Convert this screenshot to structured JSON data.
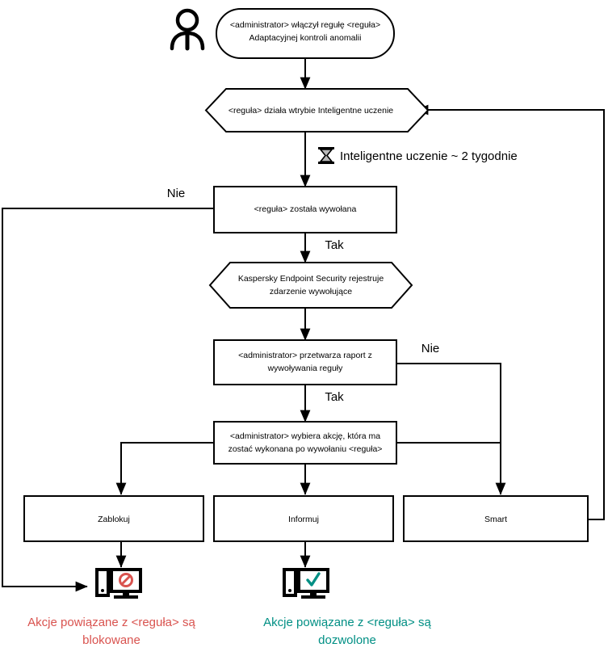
{
  "diagram": {
    "title": "Adaptacyjna kontrola anomalii - schemat dzialania reguly",
    "colors": {
      "stroke": "#000000",
      "fill": "#ffffff",
      "blocked": "#d9534f",
      "allowed": "#008f84"
    },
    "actor": {
      "icon": "person-icon"
    },
    "nodes": {
      "start": {
        "shape": "rounded",
        "line1": "<administrator> włączył regułę <reguła>",
        "line2": "Adaptacyjnej kontroli anomalii"
      },
      "smart_learning": {
        "shape": "hexagon",
        "line1": "<reguła> działa wtrybie Inteligentne uczenie"
      },
      "rule_triggered": {
        "shape": "rect",
        "line1": "<reguła> została wywołana"
      },
      "kes_logs": {
        "shape": "hexagon",
        "line1": "Kaspersky Endpoint Security rejestruje",
        "line2": "zdarzenie wywołujące"
      },
      "admin_report": {
        "shape": "rect",
        "line1": "<administrator> przetwarza raport z",
        "line2": "wywoływania reguły"
      },
      "admin_action": {
        "shape": "rect",
        "line1": "<administrator> wybiera akcję, która ma",
        "line2": "zostać wykonana po wywołaniu <reguła>"
      },
      "block": {
        "shape": "rect",
        "line1": "Zablokuj"
      },
      "inform": {
        "shape": "rect",
        "line1": "Informuj"
      },
      "smart": {
        "shape": "rect",
        "line1": "Smart"
      }
    },
    "notes": {
      "learning_duration": {
        "icon": "hourglass-icon",
        "text": "Inteligentne uczenie ~ 2 tygodnie"
      }
    },
    "edge_labels": {
      "triggered_no": "Nie",
      "triggered_yes": "Tak",
      "report_no": "Nie",
      "report_yes": "Tak"
    },
    "outcomes": {
      "blocked": {
        "icon": "monitor-blocked-icon",
        "line1": "Akcje powiązane z <reguła> są",
        "line2": "blokowane",
        "color": "#d9534f"
      },
      "allowed": {
        "icon": "monitor-allowed-icon",
        "line1": "Akcje powiązane z <reguła> są",
        "line2": "dozwolone",
        "color": "#008f84"
      }
    }
  }
}
